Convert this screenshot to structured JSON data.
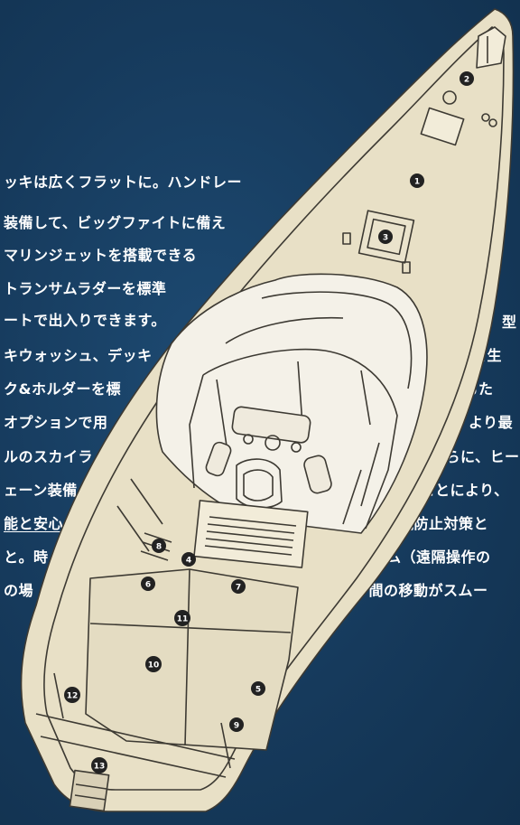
{
  "left_text": [
    "ッキは広くフラットに。ハンドレー",
    "装備して、ビッグファイトに備え",
    "マリンジェットを搭載できる",
    "トランサムラダーを標準",
    "ートで出入りできます。",
    "キウォッシュ、デッキ",
    "ク&ホルダーを標",
    "オプションで用",
    "ルのスカイラ",
    "ェーン装備",
    "能と安心",
    "と。時",
    "の場"
  ],
  "right_text": [
    "型",
    "を生",
    "するた",
    "く、より最",
    "さらに、ヒー",
    "ることにより、",
    "流防止対策と",
    "テム（遠隔操作の",
    "キ間の移動がスムー"
  ],
  "markers": [
    "1",
    "2",
    "3",
    "4",
    "5",
    "6",
    "7",
    "8",
    "9",
    "10",
    "11",
    "12",
    "13"
  ],
  "colors": {
    "background": "#163a5c",
    "hull": "#e8e0c6",
    "line": "#3d3a33",
    "text": "#ffffff"
  }
}
